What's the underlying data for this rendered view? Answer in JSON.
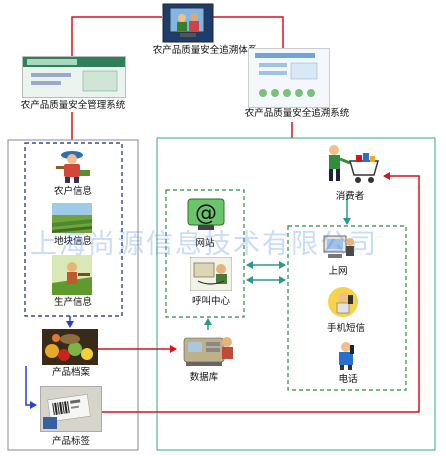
{
  "diagram": {
    "top_system": "农产品质量安全追溯体系",
    "management_system": "农产品质量安全管理系统",
    "tracing_system": "农产品质量安全追溯系统",
    "left_items": [
      "农户信息",
      "地块信息",
      "生产信息"
    ],
    "product_archive": "产品档案",
    "product_label": "产品标签",
    "database": "数据库",
    "internet": "网站",
    "call_center": "呼叫中心",
    "consumer": "消费者",
    "channels": [
      "上网",
      "手机短信",
      "电话"
    ],
    "watermark": "上海尚源信息技术有限公司",
    "colors": {
      "red_line": "#d6141c",
      "left_frame": "#888888",
      "right_frame": "#3aa77a",
      "green_dash": "#2e8b3f",
      "blue_dash": "#1a237e",
      "blue_arrow": "#2a3fd0",
      "teal_arrow": "#2a9a86"
    }
  }
}
